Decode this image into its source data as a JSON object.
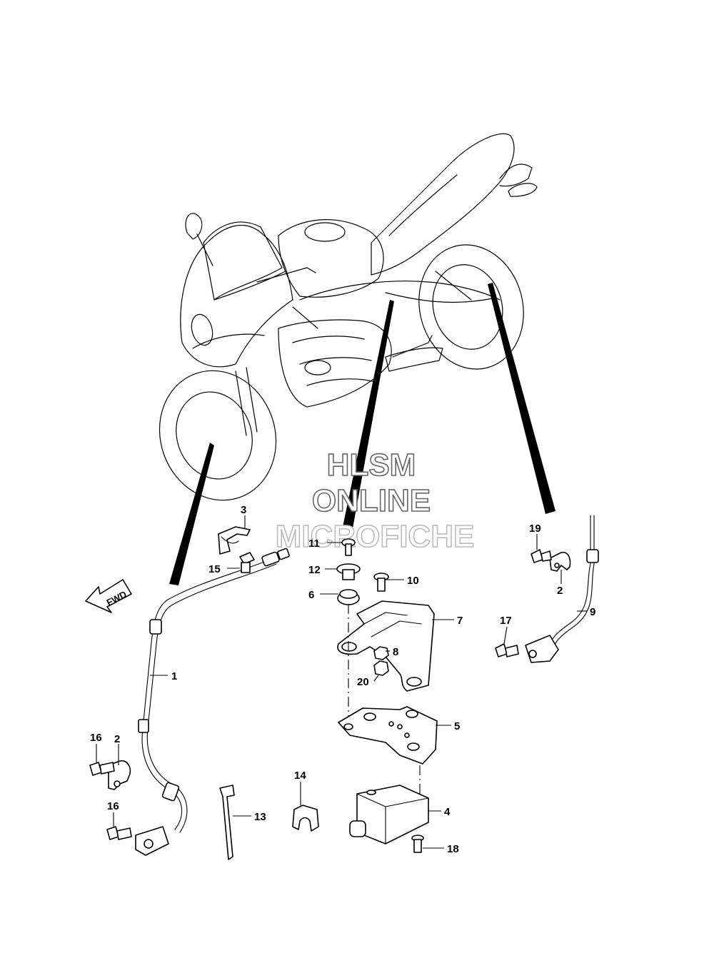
{
  "watermark": {
    "line1": "HLSM",
    "line2": "ONLINE",
    "line3": "MICROFICHE"
  },
  "fwd_label": "FWD",
  "callouts": {
    "c1": "1",
    "c2a": "2",
    "c2b": "2",
    "c3": "3",
    "c4": "4",
    "c5": "5",
    "c6": "6",
    "c7": "7",
    "c8": "8",
    "c9": "9",
    "c10": "10",
    "c11": "11",
    "c12": "12",
    "c13": "13",
    "c14": "14",
    "c15": "15",
    "c16a": "16",
    "c16b": "16",
    "c17": "17",
    "c18": "18",
    "c19": "19",
    "c20": "20"
  }
}
